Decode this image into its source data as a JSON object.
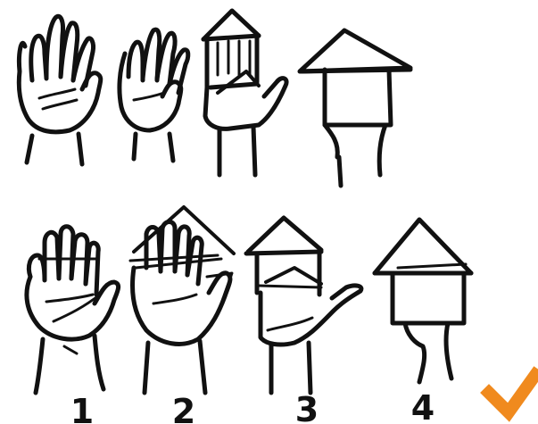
{
  "steps": {
    "bottom": [
      {
        "label": "1"
      },
      {
        "label": "2"
      },
      {
        "label": "3"
      },
      {
        "label": "4"
      }
    ]
  },
  "check_mark": {
    "icon": "checkmark-icon",
    "color": "#F08A1E"
  },
  "ink_color": "#111111",
  "background": "#ffffff"
}
